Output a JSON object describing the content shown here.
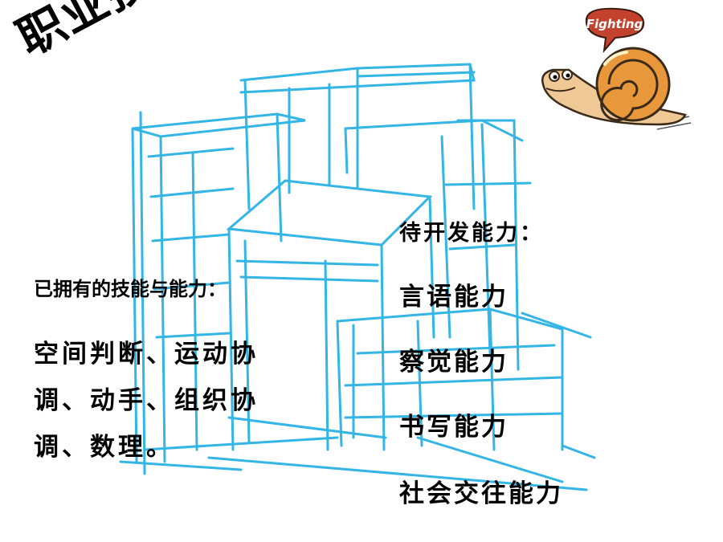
{
  "slide": {
    "title": "职业技能",
    "owned_heading": "已拥有的技能与能力：",
    "owned_lines": [
      "空间判断、运动协",
      "调、动手、组织协",
      "调、数理。"
    ],
    "develop_heading": "待开发能力：",
    "develop_items": [
      "言语能力",
      "察觉能力",
      "书写能力",
      "社会交往能力"
    ]
  },
  "mascot": {
    "badge_text": "Fighting",
    "icon": "snail-icon"
  },
  "colors": {
    "sketch_line": "#33b5e5",
    "badge": "#c2422d",
    "snail_shell": "#e8973a",
    "snail_body": "#f0c896"
  }
}
